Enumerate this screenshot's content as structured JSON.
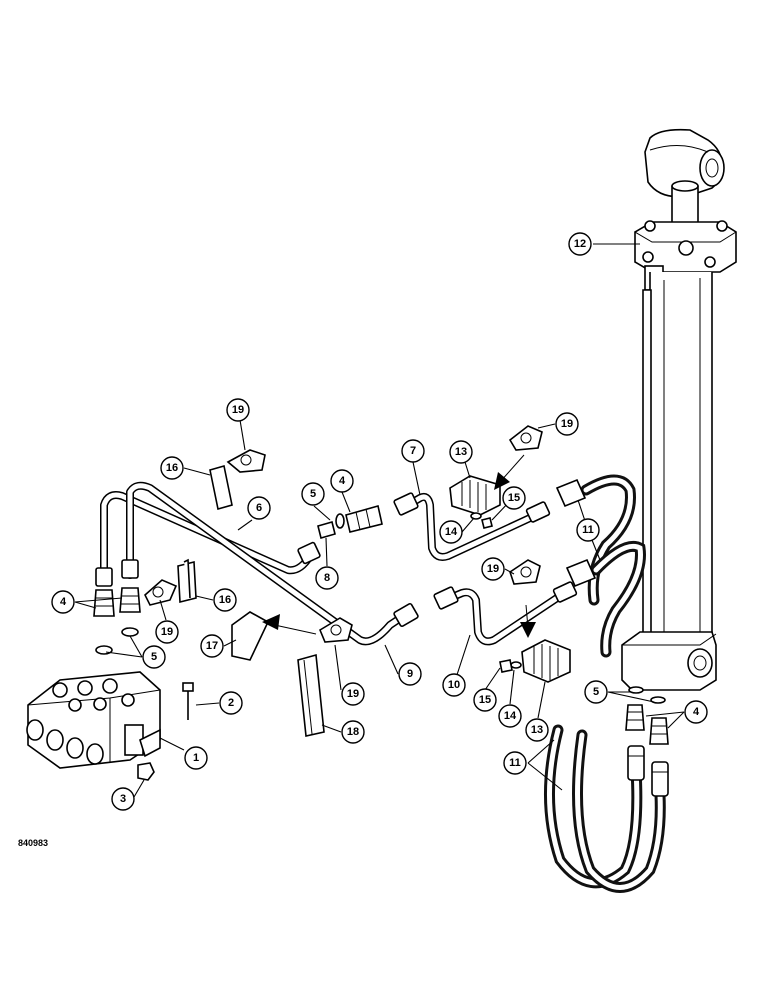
{
  "drawing_code": "840983",
  "callouts": [
    {
      "id": "c12",
      "label": "12"
    },
    {
      "id": "c19a",
      "label": "19"
    },
    {
      "id": "c19b",
      "label": "19"
    },
    {
      "id": "c13a",
      "label": "13"
    },
    {
      "id": "c7",
      "label": "7"
    },
    {
      "id": "c16a",
      "label": "16"
    },
    {
      "id": "c6",
      "label": "6"
    },
    {
      "id": "c5a",
      "label": "5"
    },
    {
      "id": "c4a",
      "label": "4"
    },
    {
      "id": "c15a",
      "label": "15"
    },
    {
      "id": "c14a",
      "label": "14"
    },
    {
      "id": "c11a",
      "label": "11"
    },
    {
      "id": "c8",
      "label": "8"
    },
    {
      "id": "c4b",
      "label": "4"
    },
    {
      "id": "c16b",
      "label": "16"
    },
    {
      "id": "c19c",
      "label": "19"
    },
    {
      "id": "c19d",
      "label": "19"
    },
    {
      "id": "c17",
      "label": "17"
    },
    {
      "id": "c5b",
      "label": "5"
    },
    {
      "id": "c9",
      "label": "9"
    },
    {
      "id": "c10",
      "label": "10"
    },
    {
      "id": "c15b",
      "label": "15"
    },
    {
      "id": "c14b",
      "label": "14"
    },
    {
      "id": "c13b",
      "label": "13"
    },
    {
      "id": "c5c",
      "label": "5"
    },
    {
      "id": "c4c",
      "label": "4"
    },
    {
      "id": "c2",
      "label": "2"
    },
    {
      "id": "c19e",
      "label": "19"
    },
    {
      "id": "c18",
      "label": "18"
    },
    {
      "id": "c1",
      "label": "1"
    },
    {
      "id": "c3",
      "label": "3"
    },
    {
      "id": "c11b",
      "label": "11"
    }
  ]
}
